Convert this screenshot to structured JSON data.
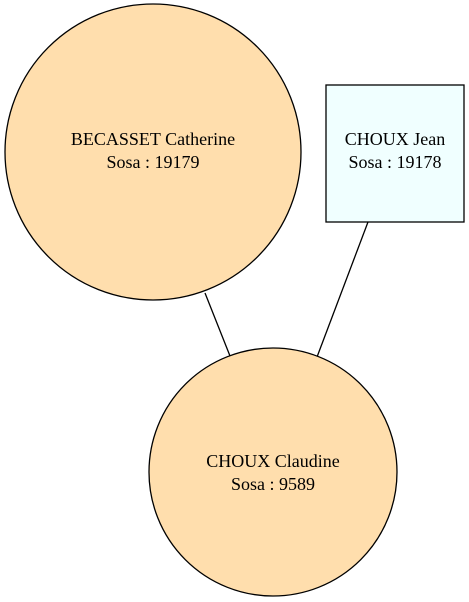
{
  "graph": {
    "nodes": [
      {
        "id": "becasset-catherine",
        "shape": "circle",
        "fill": "#ffdead",
        "line1": "BECASSET Catherine",
        "line2": "Sosa : 19179"
      },
      {
        "id": "choux-jean",
        "shape": "box",
        "fill": "#f0ffff",
        "line1": "CHOUX Jean",
        "line2": "Sosa : 19178"
      },
      {
        "id": "choux-claudine",
        "shape": "circle",
        "fill": "#ffdead",
        "line1": "CHOUX Claudine",
        "line2": "Sosa : 9589"
      }
    ],
    "edges": [
      {
        "from": "becasset-catherine",
        "to": "choux-claudine"
      },
      {
        "from": "choux-jean",
        "to": "choux-claudine"
      }
    ]
  }
}
